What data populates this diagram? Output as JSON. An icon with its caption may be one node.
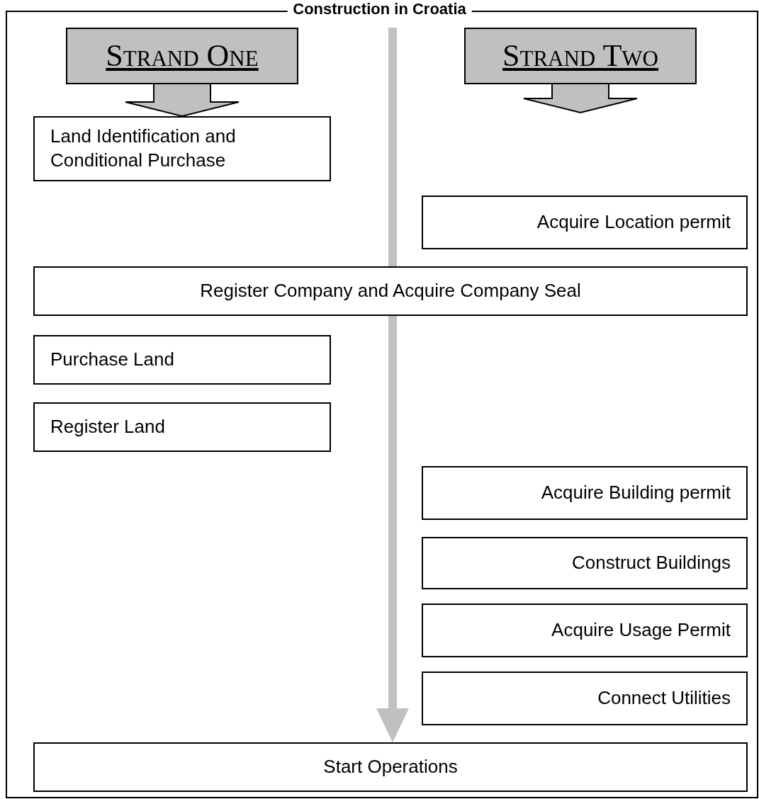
{
  "diagram": {
    "title": "Construction in Croatia",
    "nodes": [
      {
        "text": [
          "Strand One"
        ]
      },
      {
        "text": [
          "Strand Two"
        ]
      },
      {
        "text": [
          "Land Identification and Conditional Purchase"
        ]
      },
      {
        "text": [
          "Acquire Location permit"
        ]
      },
      {
        "text": [
          "Register Company and Acquire Company Seal"
        ]
      },
      {
        "text": [
          "Purchase Land"
        ]
      },
      {
        "text": [
          "Register Land"
        ]
      },
      {
        "text": [
          "Acquire Building permit"
        ]
      },
      {
        "text": [
          "Construct Buildings"
        ]
      },
      {
        "text": [
          "Acquire Usage Permit"
        ]
      },
      {
        "text": [
          "Connect Utilities"
        ]
      },
      {
        "text": [
          "Start Operations"
        ]
      }
    ],
    "edges": [
      {
        "from": 0,
        "to": 2,
        "arrow": "to",
        "style": "thick"
      },
      {
        "from": 1,
        "to": null,
        "arrow": "to",
        "style": "thick"
      },
      {
        "from": null,
        "to": 11,
        "arrow": "to",
        "style": "thick",
        "color": "#c0c0c0"
      }
    ]
  }
}
